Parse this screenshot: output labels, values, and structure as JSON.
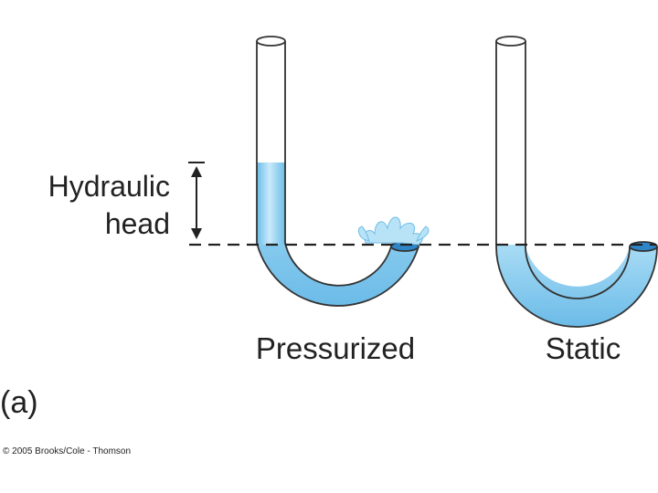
{
  "labels": {
    "hydraulic_line1": "Hydraulic",
    "hydraulic_line2": "head",
    "pressurized": "Pressurized",
    "static": "Static",
    "panel": "(a)",
    "copyright": "© 2005 Brooks/Cole - Thomson"
  },
  "colors": {
    "water_light": "#dff1fb",
    "water": "#9fd8f4",
    "water_dark": "#5fb3e6",
    "tube_outline": "#333333",
    "dashed_line": "#222222"
  }
}
